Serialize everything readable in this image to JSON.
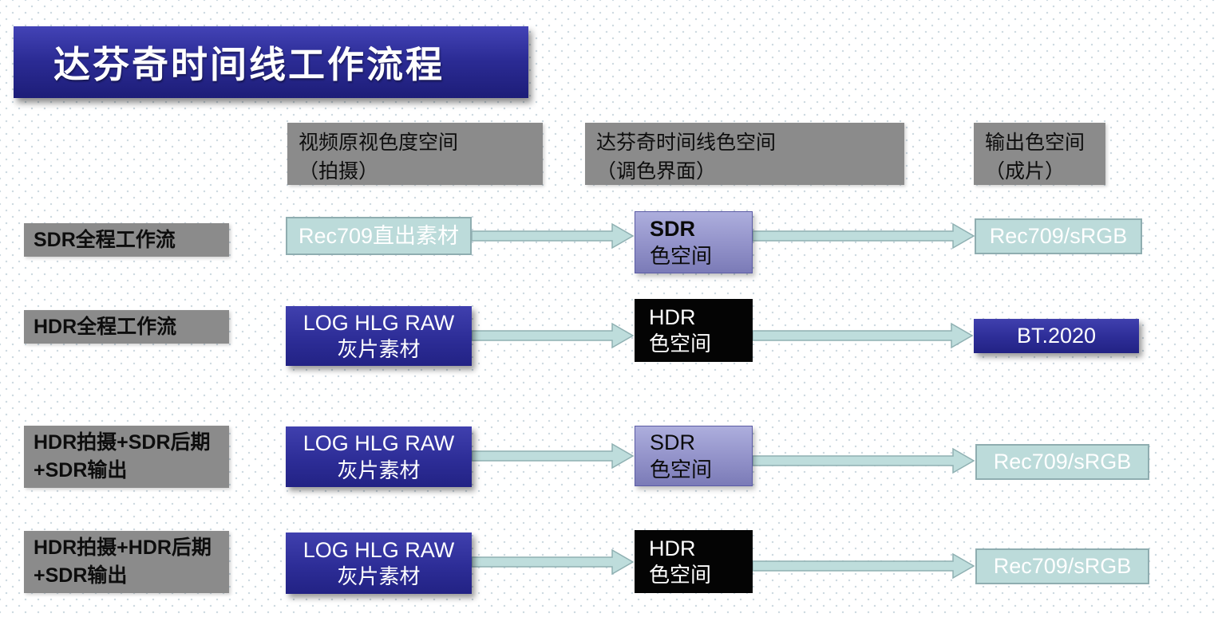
{
  "title": "达芬奇时间线工作流程",
  "columns": [
    {
      "line1": "视频原视色度空间",
      "line2": "（拍摄）"
    },
    {
      "line1": "达芬奇时间线色空间",
      "line2": "（调色界面）"
    },
    {
      "line1": "输出色空间",
      "line2": "（成片）"
    }
  ],
  "rows": [
    {
      "label": "SDR全程工作流",
      "source": {
        "line1": "Rec709直出素材",
        "line2": ""
      },
      "timeline": {
        "line1": "SDR",
        "line2": "色空间"
      },
      "output": {
        "text": "Rec709/sRGB"
      }
    },
    {
      "label": "HDR全程工作流",
      "source": {
        "line1": "LOG HLG RAW",
        "line2": "灰片素材"
      },
      "timeline": {
        "line1": "HDR",
        "line2": "色空间"
      },
      "output": {
        "text": "BT.2020"
      }
    },
    {
      "label": "HDR拍摄+SDR后期+SDR输出",
      "source": {
        "line1": "LOG HLG RAW",
        "line2": "灰片素材"
      },
      "timeline": {
        "line1": "SDR",
        "line2": "色空间"
      },
      "output": {
        "text": "Rec709/sRGB"
      }
    },
    {
      "label": "HDR拍摄+HDR后期+SDR输出",
      "source": {
        "line1": "LOG HLG RAW",
        "line2": "灰片素材"
      },
      "timeline": {
        "line1": "HDR",
        "line2": "色空间"
      },
      "output": {
        "text": "Rec709/sRGB"
      }
    }
  ],
  "palette": {
    "title_bg": "#2b2b94",
    "header_gray": "#8b8b8b",
    "cyan_box_fill": "#bcdbda",
    "cyan_box_border": "#8fadb0",
    "dark_blue_box": "#2d2d97",
    "purple_box": "#8f8fc7",
    "black_box": "#040404",
    "arrow_fill": "#bedddc",
    "arrow_stroke": "#8fb0b2",
    "text_light": "#ffffff",
    "text_dark": "#0d0d0d"
  }
}
